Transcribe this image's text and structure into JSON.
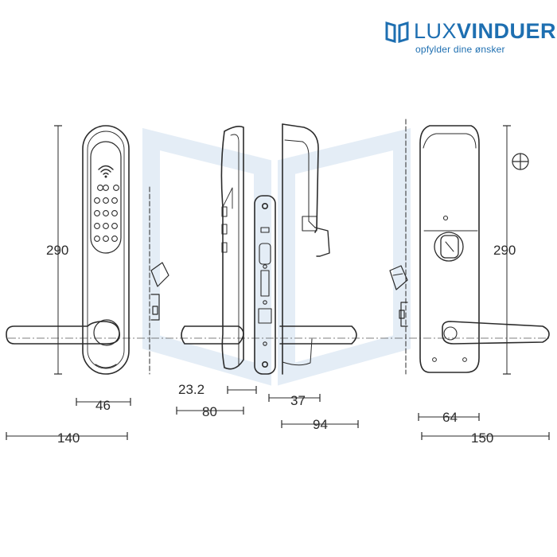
{
  "logo": {
    "name_light": "LUX",
    "name_bold": "VINDUER",
    "tagline": "opfylder dine ønsker",
    "logo_icon": "window-frame-icon",
    "brand_color": "#1e6fb1"
  },
  "dimensions": {
    "height_left": "290",
    "height_right": "290",
    "front_width": "46",
    "overall_width_left": "140",
    "side_depth": "23.2",
    "side_width": "80",
    "strike_offset": "37",
    "back_depth": "94",
    "back_width": "64",
    "overall_width_right": "150"
  },
  "colors": {
    "line": "#2b2b2b",
    "watermark": "#dfe9f3"
  }
}
